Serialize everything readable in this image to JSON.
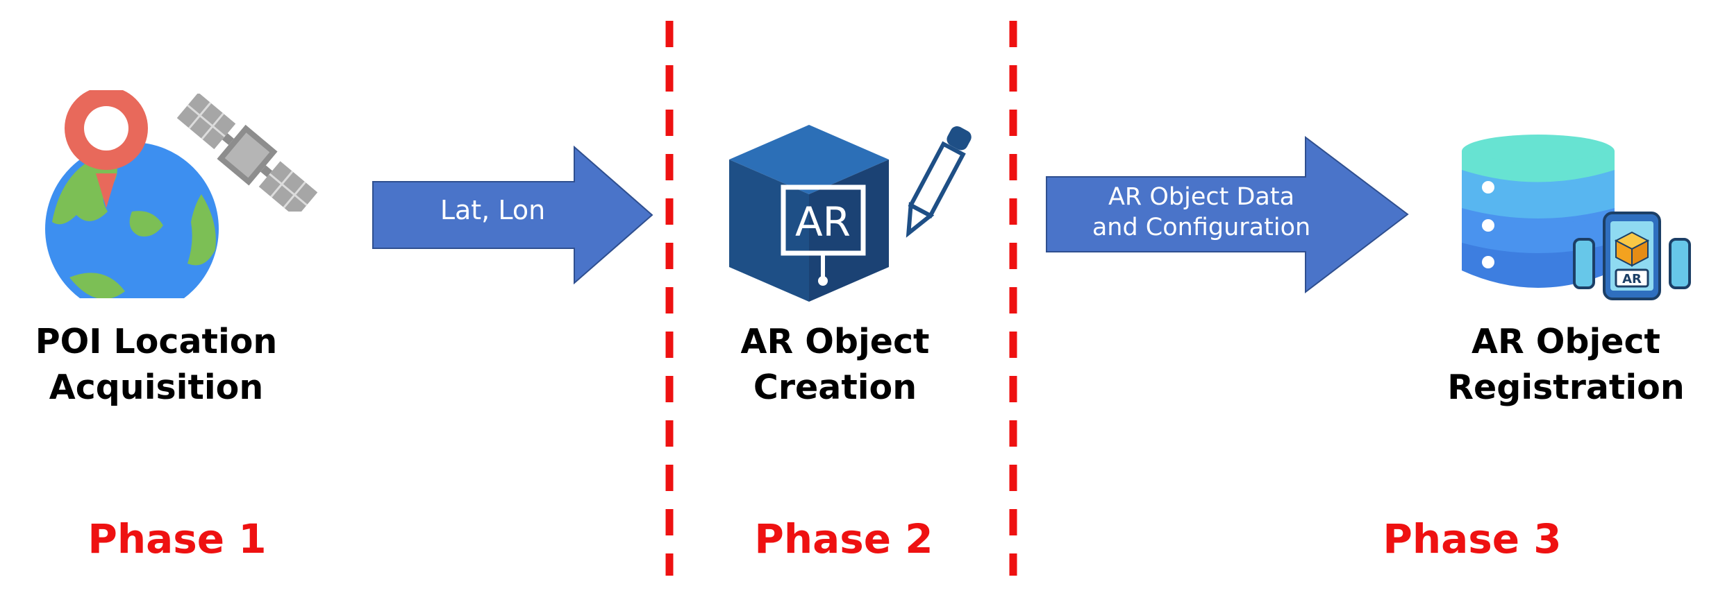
{
  "stages": [
    {
      "title_line1": "POI Location",
      "title_line2": "Acquisition",
      "phase": "Phase 1"
    },
    {
      "title_line1": "AR Object",
      "title_line2": "Creation",
      "phase": "Phase 2"
    },
    {
      "title_line1": "AR Object",
      "title_line2": "Registration",
      "phase": "Phase 3"
    }
  ],
  "arrows": [
    {
      "label": "Lat, Lon"
    },
    {
      "label_line1": "AR Object Data",
      "label_line2": "and Configuration"
    }
  ],
  "icons": {
    "stage1": [
      "location-pin-icon",
      "globe-icon",
      "satellite-icon"
    ],
    "stage2": [
      "ar-cube-icon",
      "pen-icon"
    ],
    "stage3": [
      "database-icon",
      "ar-phone-icon"
    ],
    "ar_cube_text": "AR",
    "ar_phone_text": "AR"
  },
  "colors": {
    "phase_label": "#ee1111",
    "divider": "#ee1111",
    "arrow_fill": "#4a74c9",
    "arrow_stroke": "#2f4f8f"
  }
}
